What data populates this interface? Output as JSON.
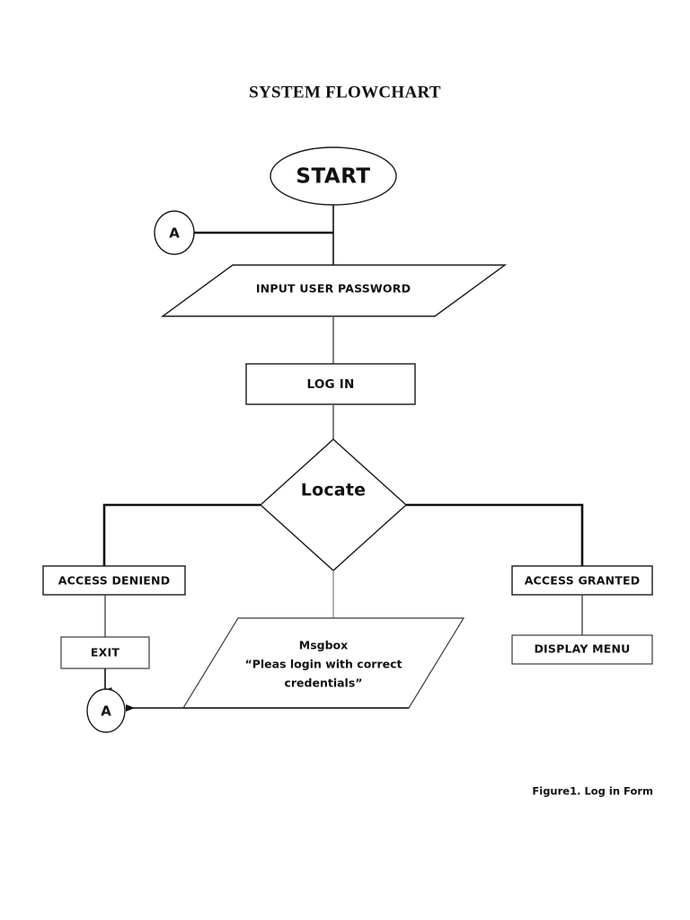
{
  "page": {
    "title": "SYSTEM FLOWCHART",
    "caption": "Figure1. Log in Form",
    "background_color": "#ffffff",
    "ink_color": "#111111"
  },
  "chart_data": {
    "type": "diagram",
    "diagram_kind": "flowchart",
    "title": "SYSTEM FLOWCHART",
    "caption": "Figure1. Log in Form",
    "nodes": [
      {
        "id": "start",
        "shape": "ellipse",
        "label": "START"
      },
      {
        "id": "connector_in",
        "shape": "circle",
        "label": "A"
      },
      {
        "id": "input",
        "shape": "parallelogram",
        "label": "INPUT USER PASSWORD"
      },
      {
        "id": "login",
        "shape": "rectangle",
        "label": "LOG IN"
      },
      {
        "id": "locate",
        "shape": "diamond",
        "label": "Locate"
      },
      {
        "id": "denied",
        "shape": "rectangle",
        "label": "ACCESS DENIEND"
      },
      {
        "id": "granted",
        "shape": "rectangle",
        "label": "ACCESS GRANTED"
      },
      {
        "id": "exit",
        "shape": "rectangle",
        "label": "EXIT"
      },
      {
        "id": "display_menu",
        "shape": "rectangle",
        "label": "DISPLAY MENU"
      },
      {
        "id": "msgbox",
        "shape": "parallelogram",
        "label_lines": [
          "Msgbox",
          "“Pleas login with correct",
          "credentials”"
        ]
      },
      {
        "id": "connector_out",
        "shape": "circle",
        "label": "A"
      }
    ],
    "edges": [
      {
        "from": "start",
        "to": "input",
        "arrow": false
      },
      {
        "from": "connector_in",
        "to": "input",
        "arrow": false
      },
      {
        "from": "input",
        "to": "login",
        "arrow": false
      },
      {
        "from": "login",
        "to": "locate",
        "arrow": false
      },
      {
        "from": "locate",
        "to": "denied",
        "arrow": false
      },
      {
        "from": "locate",
        "to": "granted",
        "arrow": false
      },
      {
        "from": "locate",
        "to": "msgbox",
        "arrow": false
      },
      {
        "from": "denied",
        "to": "exit",
        "arrow": false
      },
      {
        "from": "granted",
        "to": "display_menu",
        "arrow": false
      },
      {
        "from": "exit",
        "to": "connector_out",
        "arrow": true
      },
      {
        "from": "msgbox",
        "to": "connector_out",
        "arrow": true
      }
    ]
  },
  "labels": {
    "start": "START",
    "connector_in": "A",
    "input_user_password": "INPUT USER PASSWORD",
    "log_in": "LOG IN",
    "locate": "Locate",
    "access_deniend": "ACCESS DENIEND",
    "access_granted": "ACCESS GRANTED",
    "exit": "EXIT",
    "display_menu": "DISPLAY MENU",
    "msgbox_line1": "Msgbox",
    "msgbox_line2": "“Pleas login with correct",
    "msgbox_line3": "credentials”",
    "connector_out": "A"
  }
}
